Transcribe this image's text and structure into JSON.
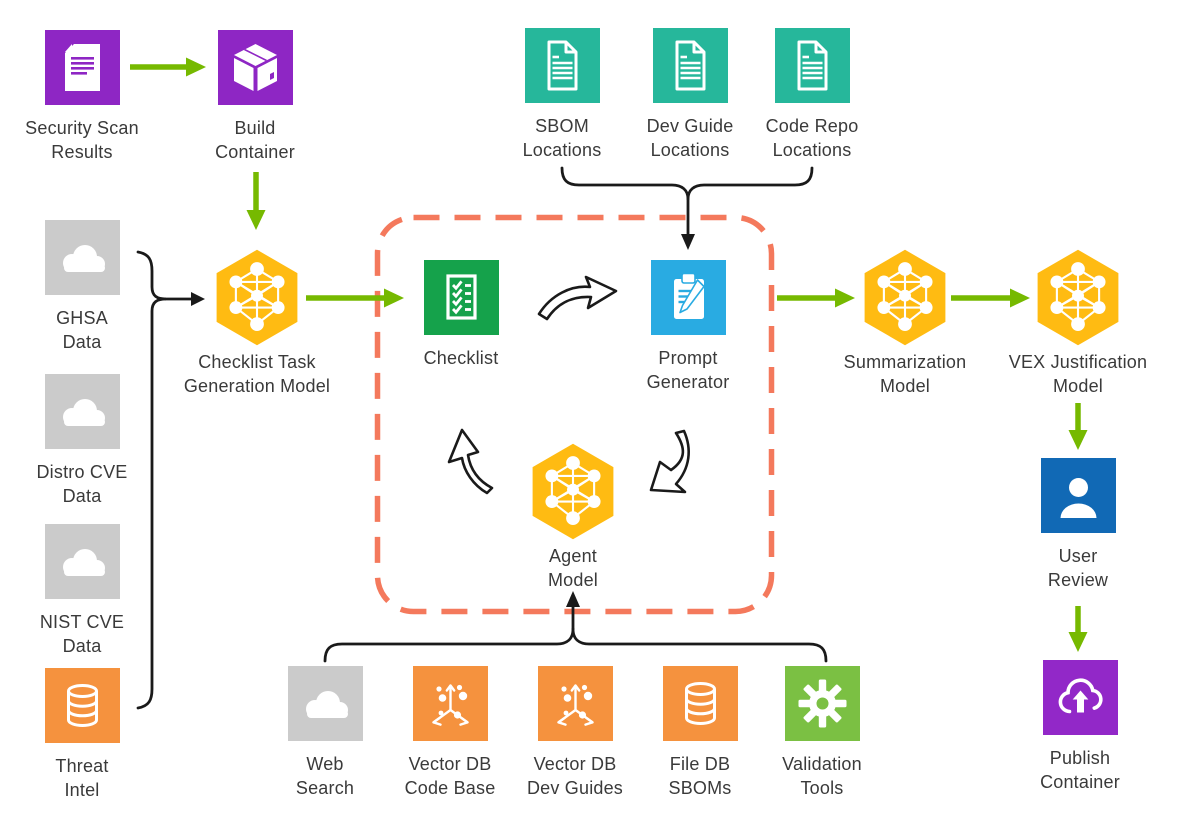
{
  "nodes": {
    "security_scan_results": {
      "label": "Security Scan\nResults",
      "icon": "document-icon",
      "color": "#8E26C4"
    },
    "build_container": {
      "label": "Build\nContainer",
      "icon": "container-box-icon",
      "color": "#8E26C4"
    },
    "sbom_locations": {
      "label": "SBOM\nLocations",
      "icon": "document-outline-icon",
      "color": "#26B79B"
    },
    "dev_guide_locations": {
      "label": "Dev Guide\nLocations",
      "icon": "document-outline-icon",
      "color": "#26B79B"
    },
    "code_repo_locations": {
      "label": "Code Repo\nLocations",
      "icon": "document-outline-icon",
      "color": "#26B79B"
    },
    "ghsa_data": {
      "label": "GHSA\nData",
      "icon": "cloud-icon",
      "color": "#CBCBCB"
    },
    "distro_cve_data": {
      "label": "Distro CVE\nData",
      "icon": "cloud-icon",
      "color": "#CBCBCB"
    },
    "nist_cve_data": {
      "label": "NIST CVE\nData",
      "icon": "cloud-icon",
      "color": "#CBCBCB"
    },
    "threat_intel": {
      "label": "Threat\nIntel",
      "icon": "database-icon",
      "color": "#F5923E"
    },
    "checklist_task_generation_model": {
      "label": "Checklist Task\nGeneration Model",
      "icon": "model-hexagon-icon",
      "color": "#FFBB12"
    },
    "checklist": {
      "label": "Checklist",
      "icon": "checklist-icon",
      "color": "#15A24B"
    },
    "prompt_generator": {
      "label": "Prompt\nGenerator",
      "icon": "clipboard-pencil-icon",
      "color": "#29ABE2"
    },
    "agent_model": {
      "label": "Agent\nModel",
      "icon": "model-hexagon-icon",
      "color": "#FFBB12"
    },
    "summarization_model": {
      "label": "Summarization\nModel",
      "icon": "model-hexagon-icon",
      "color": "#FFBB12"
    },
    "vex_justification_model": {
      "label": "VEX Justification\nModel",
      "icon": "model-hexagon-icon",
      "color": "#FFBB12"
    },
    "user_review": {
      "label": "User\nReview",
      "icon": "person-icon",
      "color": "#1169B5"
    },
    "publish_container": {
      "label": "Publish\nContainer",
      "icon": "cloud-upload-icon",
      "color": "#9228C8"
    },
    "web_search": {
      "label": "Web\nSearch",
      "icon": "cloud-icon",
      "color": "#CBCBCB"
    },
    "vector_db_code_base": {
      "label": "Vector DB\nCode Base",
      "icon": "vector-scatter-icon",
      "color": "#F5923E"
    },
    "vector_db_dev_guides": {
      "label": "Vector DB\nDev Guides",
      "icon": "vector-scatter-icon",
      "color": "#F5923E"
    },
    "file_db_sboms": {
      "label": "File DB\nSBOMs",
      "icon": "database-icon",
      "color": "#F5923E"
    },
    "validation_tools": {
      "label": "Validation\nTools",
      "icon": "gear-icon",
      "color": "#7BC043"
    }
  },
  "groups": {
    "agent_loop_box": {
      "style": "dashed-rounded-rect",
      "color": "#F4795C",
      "members": [
        "checklist",
        "prompt_generator",
        "agent_model"
      ]
    }
  },
  "edges": {
    "green_arrows": [
      {
        "from": "security_scan_results",
        "to": "build_container"
      },
      {
        "from": "build_container",
        "to": "checklist_task_generation_model"
      },
      {
        "from": "checklist_task_generation_model",
        "to": "checklist"
      },
      {
        "from": "agent_loop_box",
        "to": "summarization_model"
      },
      {
        "from": "summarization_model",
        "to": "vex_justification_model"
      },
      {
        "from": "vex_justification_model",
        "to": "user_review"
      },
      {
        "from": "user_review",
        "to": "publish_container"
      }
    ],
    "black_braced_arrows": [
      {
        "from": [
          "ghsa_data",
          "distro_cve_data",
          "nist_cve_data",
          "threat_intel"
        ],
        "to": "checklist_task_generation_model"
      },
      {
        "from": [
          "sbom_locations",
          "dev_guide_locations",
          "code_repo_locations"
        ],
        "to": "prompt_generator"
      },
      {
        "from": [
          "web_search",
          "vector_db_code_base",
          "vector_db_dev_guides",
          "file_db_sboms",
          "validation_tools"
        ],
        "to": "agent_model"
      }
    ],
    "loop_sketch_arrows": [
      {
        "from": "checklist",
        "to": "prompt_generator"
      },
      {
        "from": "prompt_generator",
        "to": "agent_model"
      },
      {
        "from": "agent_model",
        "to": "checklist"
      }
    ]
  },
  "colors": {
    "arrow_green": "#76B900",
    "connector_black": "#1a1a1a",
    "dashed_box": "#F4795C",
    "model_hexagon": "#FFBB12",
    "purple": "#8E26C4",
    "publish_purple": "#9228C8",
    "teal": "#26B79B",
    "gray": "#CBCBCB",
    "orange": "#F5923E",
    "checklist_green": "#15A24B",
    "validation_green": "#7BC043",
    "prompt_blue": "#29ABE2",
    "user_blue": "#1169B5",
    "label_text": "#3a3a3a",
    "background": "#ffffff"
  }
}
